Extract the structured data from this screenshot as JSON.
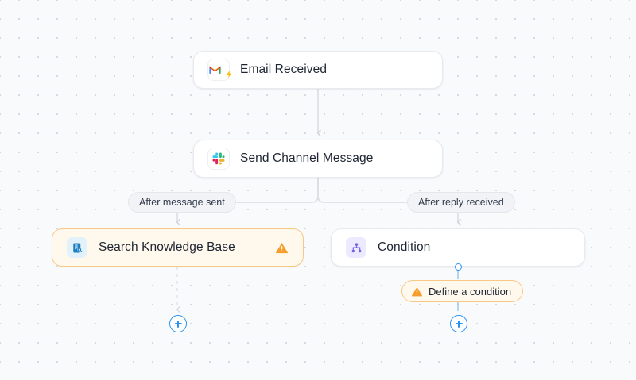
{
  "canvas": {
    "background_color": "#f8fafc",
    "dot_color": "#d3d8e0"
  },
  "colors": {
    "node_border": "#e7eaef",
    "node_background": "#ffffff",
    "warning_background": "#fff8ed",
    "warning_border": "#f8c887",
    "warning_icon": "#f59e2c",
    "accent_blue": "#2a91f5",
    "edge_line": "#d8dce2",
    "label_text": "#1e2532"
  },
  "nodes": [
    {
      "id": "email-received",
      "label": "Email Received",
      "icon": "gmail-icon",
      "icon_badge": "lightning-bolt-badge",
      "state": "normal"
    },
    {
      "id": "send-channel-message",
      "label": "Send Channel Message",
      "icon": "slack-icon",
      "state": "normal"
    },
    {
      "id": "search-knowledge-base",
      "label": "Search Knowledge Base",
      "icon": "knowledge-base-icon",
      "state": "warning",
      "warning_icon": "warning-triangle-icon"
    },
    {
      "id": "condition",
      "label": "Condition",
      "icon": "condition-branch-icon",
      "state": "normal"
    }
  ],
  "edge_labels": [
    {
      "id": "after-message-sent",
      "text": "After message sent"
    },
    {
      "id": "after-reply-received",
      "text": "After reply received"
    }
  ],
  "callouts": [
    {
      "id": "define-a-condition",
      "text": "Define a condition",
      "icon": "warning-triangle-icon"
    }
  ],
  "add_buttons": [
    {
      "id": "add-step-left",
      "icon": "plus-icon"
    },
    {
      "id": "add-step-right",
      "icon": "plus-icon"
    }
  ]
}
